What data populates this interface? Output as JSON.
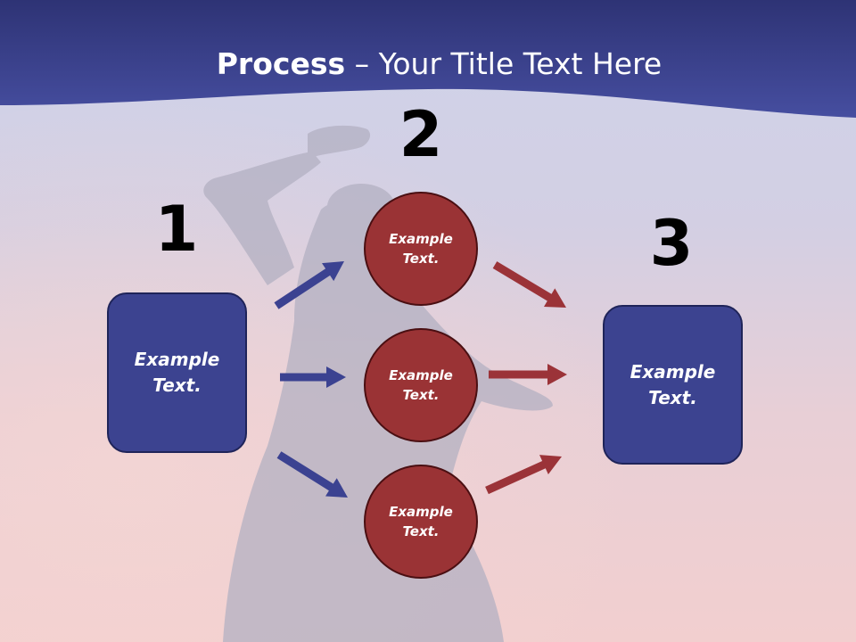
{
  "title": {
    "bold": "Process",
    "rest": " – Your Title Text Here"
  },
  "steps": [
    "1",
    "2",
    "3"
  ],
  "left_box": {
    "text": "Example\nText."
  },
  "circles": [
    {
      "text": "Example\nText."
    },
    {
      "text": "Example\nText."
    },
    {
      "text": "Example\nText."
    }
  ],
  "right_box": {
    "text": "Example\nText."
  },
  "colors": {
    "header": "#3a4190",
    "box": "#3c4390",
    "circle": "#9a3335",
    "arrow_blue": "#3b4291",
    "arrow_red": "#9b3338"
  }
}
